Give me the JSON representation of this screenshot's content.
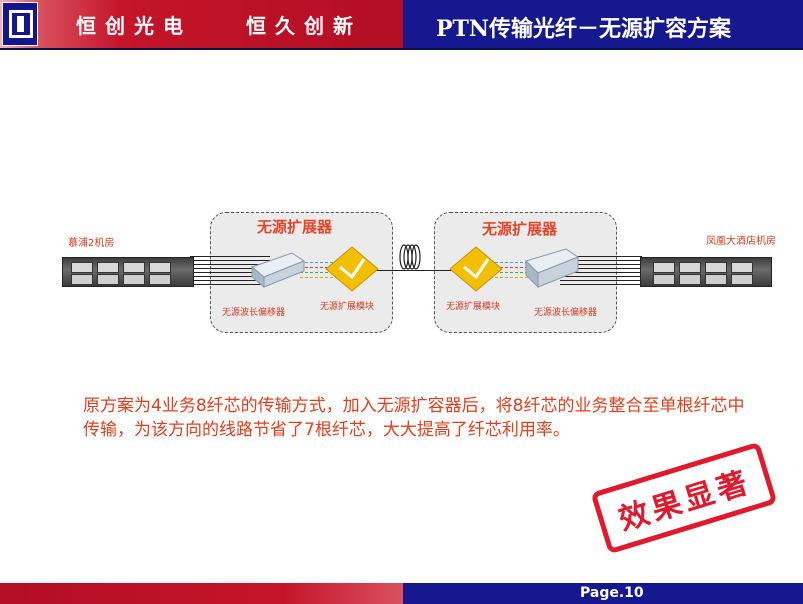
{
  "header": {
    "slogan_left": "恒创光电",
    "slogan_right": "恒久创新",
    "title": "PTN传输光纤－无源扩容方案"
  },
  "diagram": {
    "left_room": "慕浦2机房",
    "right_room": "凤凰大酒店机房",
    "left_expander": {
      "title": "无源扩展器",
      "wavelength_shifter": "无源波长偏移器",
      "module": "无源扩展模块"
    },
    "right_expander": {
      "title": "无源扩展器",
      "module": "无源扩展模块",
      "wavelength_shifter": "无源波长偏移器"
    }
  },
  "body": {
    "text": "原方案为4业务8纤芯的传输方式，加入无源扩容器后，将8纤芯的业务整合至单根纤芯中传输，为该方向的线路节省了7根纤芯，大大提高了纤芯利用率。"
  },
  "stamp": {
    "text": "效果显著"
  },
  "footer": {
    "page": "Page.10"
  },
  "colors": {
    "header_red": "#c4152a",
    "header_blue": "#15188e",
    "accent_text": "#e0401e",
    "stamp_red": "#e0192d"
  }
}
